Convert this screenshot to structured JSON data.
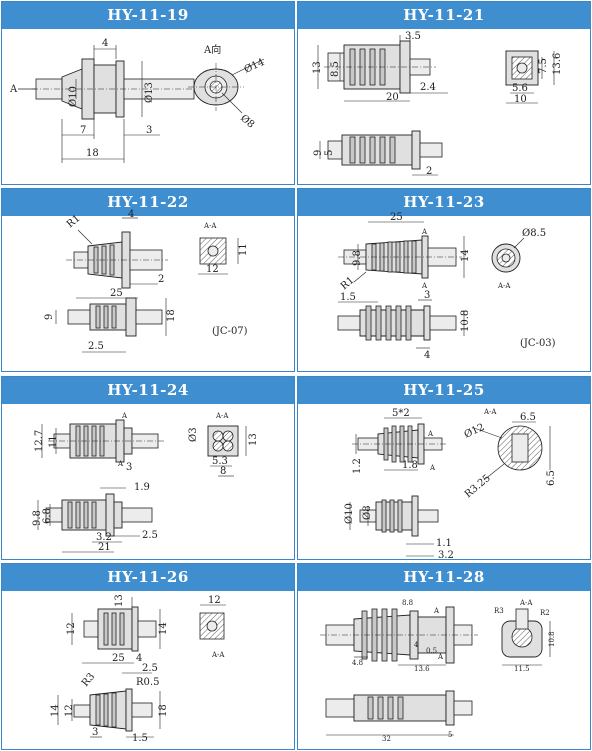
{
  "models": [
    {
      "id": "hy1119",
      "title": "HY-11-19",
      "dims": [
        "4",
        "Ø10",
        "Ø13",
        "7",
        "3",
        "18",
        "Ø14",
        "Ø8"
      ],
      "labels": [
        "A",
        "A向"
      ]
    },
    {
      "id": "hy1121",
      "title": "HY-11-21",
      "dims": [
        "3.5",
        "13",
        "8.5",
        "20",
        "2.4",
        "9",
        "5",
        "2",
        "7.5",
        "13.6",
        "5.6",
        "10"
      ],
      "labels": []
    },
    {
      "id": "hy1122",
      "title": "HY-11-22",
      "dims": [
        "R1",
        "4",
        "2",
        "25",
        "9",
        "18",
        "2.5",
        "11",
        "12"
      ],
      "labels": [
        "A-A"
      ],
      "code": "(JC-07)"
    },
    {
      "id": "hy1123",
      "title": "HY-11-23",
      "dims": [
        "25",
        "9.8",
        "R1",
        "14",
        "Ø8.5",
        "1.5",
        "3",
        "10.8",
        "4"
      ],
      "labels": [
        "A",
        "A",
        "A-A"
      ],
      "code": "(JC-03)"
    },
    {
      "id": "hy1124",
      "title": "HY-11-24",
      "dims": [
        "12.7",
        "11",
        "3",
        "Ø3",
        "13",
        "5.3",
        "8",
        "1.9",
        "9.8",
        "6.8",
        "3.2",
        "2.5",
        "21"
      ],
      "labels": [
        "A",
        "A",
        "A-A"
      ]
    },
    {
      "id": "hy1125",
      "title": "HY-11-25",
      "dims": [
        "5*2",
        "1.2",
        "1.8",
        "Ø12",
        "6.5",
        "R3.25",
        "6.5",
        "Ø10",
        "Ø8",
        "1.1",
        "3.2"
      ],
      "labels": [
        "A",
        "A",
        "A-A"
      ]
    },
    {
      "id": "hy1126",
      "title": "HY-11-26",
      "dims": [
        "13",
        "12",
        "14",
        "25",
        "4",
        "2.5",
        "R3",
        "R0.5",
        "14",
        "12",
        "18",
        "3",
        "1.5",
        "12"
      ],
      "labels": [
        "A-A"
      ]
    },
    {
      "id": "hy1128",
      "title": "HY-11-28",
      "dims": [
        "8.8",
        "4.8",
        "13.6",
        "4",
        "0.5",
        "R3",
        "R2",
        "10.8",
        "11.5",
        "32",
        "5"
      ],
      "labels": [
        "A",
        "A",
        "A-A"
      ]
    }
  ]
}
